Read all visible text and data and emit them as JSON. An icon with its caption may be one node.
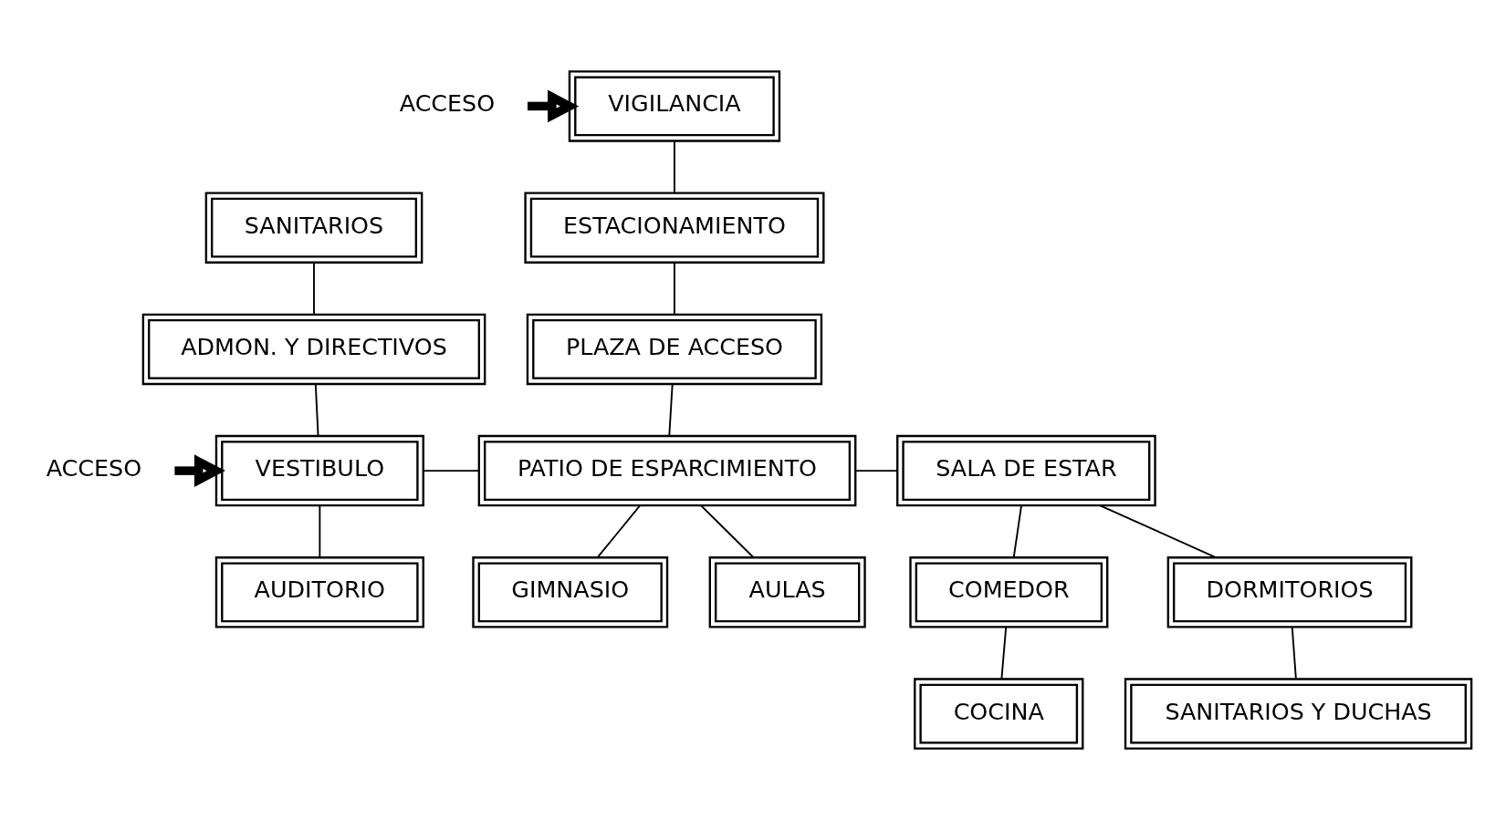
{
  "diagram": {
    "nodes": [
      {
        "text": [
          "ACCESO"
        ]
      },
      {
        "text": [
          "VIGILANCIA"
        ]
      },
      {
        "text": [
          "ESTACIONAMIENTO"
        ]
      },
      {
        "text": [
          "SANITARIOS"
        ]
      },
      {
        "text": [
          "ADMON. Y DIRECTIVOS"
        ]
      },
      {
        "text": [
          "PLAZA DE ACCESO"
        ]
      },
      {
        "text": [
          "DORMITORIOS"
        ]
      },
      {
        "text": [
          "ACCESO"
        ]
      },
      {
        "text": [
          "VESTIBULO"
        ]
      },
      {
        "text": [
          "PATIO DE ESPARCIMIENTO"
        ]
      },
      {
        "text": [
          "SALA DE ESTAR"
        ]
      },
      {
        "text": [
          "SANITARIOS Y DUCHAS"
        ]
      },
      {
        "text": [
          "COMEDOR"
        ]
      },
      {
        "text": [
          "AUDITORIO"
        ]
      },
      {
        "text": [
          "AULAS"
        ]
      },
      {
        "text": [
          "GIMNASIO"
        ]
      },
      {
        "text": [
          "COCINA"
        ]
      }
    ],
    "edges": [
      {
        "from": 0,
        "to": 1,
        "arrow": "to",
        "style": "thick"
      },
      {
        "from": 1,
        "to": 2,
        "arrow": "none"
      },
      {
        "from": 2,
        "to": 5,
        "arrow": "none"
      },
      {
        "from": 3,
        "to": 4,
        "arrow": "none"
      },
      {
        "from": 4,
        "to": 8,
        "arrow": "none"
      },
      {
        "from": 5,
        "to": 9,
        "arrow": "none"
      },
      {
        "from": 7,
        "to": 8,
        "arrow": "to",
        "style": "thick"
      },
      {
        "from": 8,
        "to": 9,
        "arrow": "none"
      },
      {
        "from": 9,
        "to": 10,
        "arrow": "none"
      },
      {
        "from": 10,
        "to": 6,
        "arrow": "none"
      },
      {
        "from": 6,
        "to": 11,
        "arrow": "none"
      },
      {
        "from": 10,
        "to": 12,
        "arrow": "none"
      },
      {
        "from": 12,
        "to": 16,
        "arrow": "none"
      },
      {
        "from": 8,
        "to": 13,
        "arrow": "none"
      },
      {
        "from": 9,
        "to": 14,
        "arrow": "none"
      },
      {
        "from": 9,
        "to": 15,
        "arrow": "none"
      }
    ]
  }
}
